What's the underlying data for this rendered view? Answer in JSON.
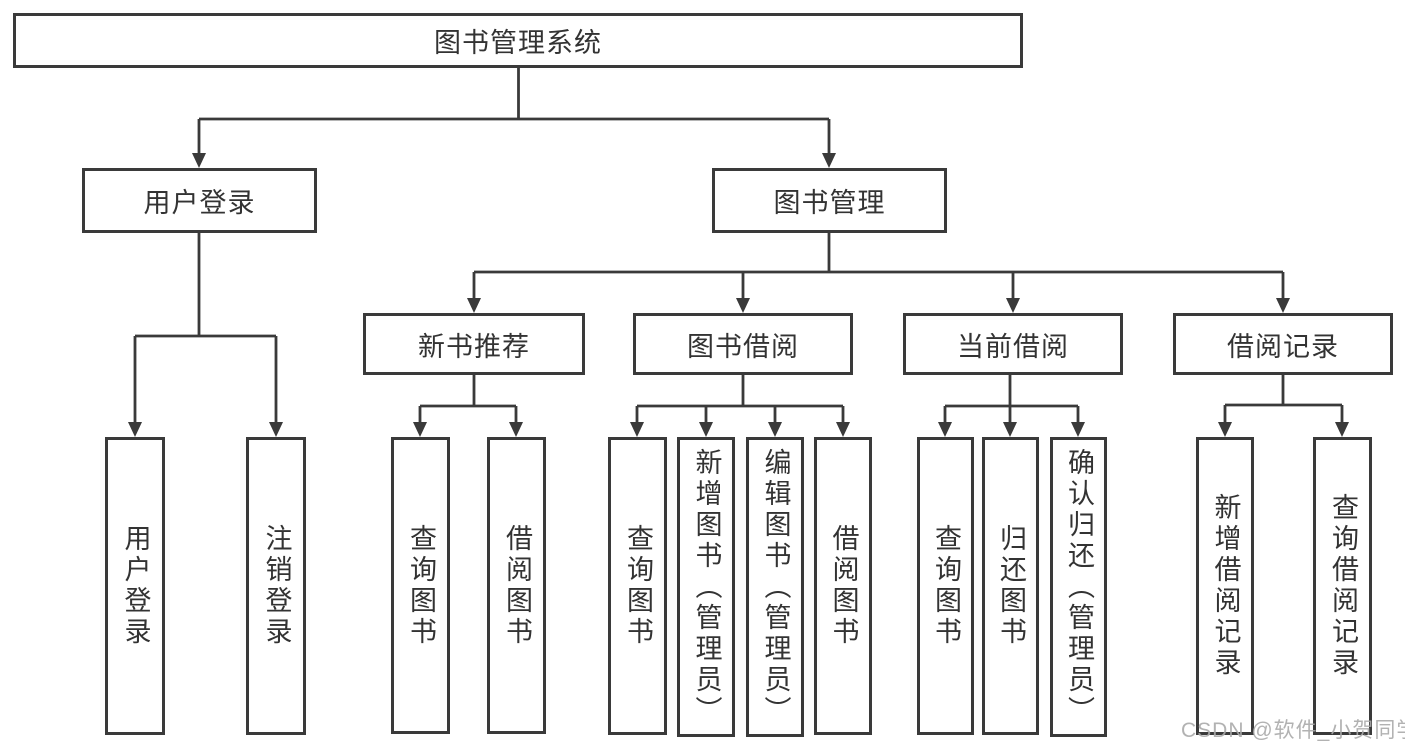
{
  "nodes": {
    "root": "图书管理系统",
    "user_login": "用户登录",
    "book_mgmt": "图书管理",
    "new_book_rec": "新书推荐",
    "book_borrow": "图书借阅",
    "current_borrow": "当前借阅",
    "borrow_records": "借阅记录",
    "leaves": {
      "login": "用户登录",
      "logout": "注销登录",
      "rec_query_books": "查询图书",
      "rec_borrow_books": "借阅图书",
      "bb_query_books": "查询图书",
      "bb_add_books": "新增图书（管理员）",
      "bb_edit_books": "编辑图书（管理员）",
      "bb_borrow_books": "借阅图书",
      "cb_query_books": "查询图书",
      "cb_return_books": "归还图书",
      "cb_confirm_return": "确认归还（管理员）",
      "br_add_record": "新增借阅记录",
      "br_query_record": "查询借阅记录"
    }
  },
  "watermark": {
    "text": "CSDN @软件_小贺同学"
  },
  "colors": {
    "line": "#3a3a3a",
    "node_text": "#333333",
    "watermark_text": "#aaaaaa",
    "background": "#ffffff"
  }
}
